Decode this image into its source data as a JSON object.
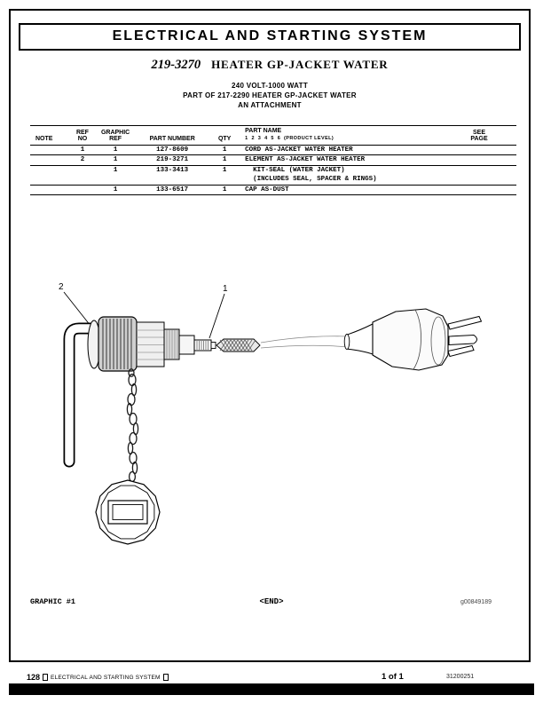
{
  "header": {
    "system_title": "ELECTRICAL AND STARTING SYSTEM",
    "part_number": "219-3270",
    "part_name": "HEATER GP-JACKET WATER",
    "subtitle_lines": [
      "240 VOLT-1000 WATT",
      "PART OF 217-2290 HEATER GP-JACKET WATER",
      "AN ATTACHMENT"
    ]
  },
  "table": {
    "headers": {
      "note": "NOTE",
      "ref_l1": "REF",
      "ref_l2": "NO",
      "graphic_l1": "GRAPHIC",
      "graphic_l2": "REF",
      "part_number": "PART NUMBER",
      "qty": "QTY",
      "part_name": "PART NAME",
      "product_level": "1  2  3  4  5  6  (PRODUCT LEVEL)",
      "see_l1": "SEE",
      "see_l2": "PAGE"
    },
    "rows": [
      {
        "note": "",
        "ref_no": "1",
        "graphic_ref": "1",
        "part_number": "127-8609",
        "qty": "1",
        "part_name": "CORD AS-JACKET WATER HEATER",
        "see_page": ""
      },
      {
        "note": "",
        "ref_no": "2",
        "graphic_ref": "1",
        "part_number": "219-3271",
        "qty": "1",
        "part_name": "ELEMENT AS-JACKET WATER HEATER",
        "see_page": ""
      },
      {
        "note": "",
        "ref_no": "",
        "graphic_ref": "1",
        "part_number": "133-3413",
        "qty": "1",
        "part_name": "  KIT-SEAL (WATER JACKET)",
        "see_page": ""
      },
      {
        "note": "",
        "ref_no": "",
        "graphic_ref": "",
        "part_number": "",
        "qty": "",
        "part_name": "  (INCLUDES SEAL, SPACER & RINGS)",
        "see_page": ""
      },
      {
        "note": "",
        "ref_no": "",
        "graphic_ref": "1",
        "part_number": "133-6517",
        "qty": "1",
        "part_name": "CAP AS-DUST",
        "see_page": ""
      }
    ]
  },
  "drawing": {
    "callout_1": "1",
    "callout_2": "2"
  },
  "bottom": {
    "graphic_label": "GRAPHIC #1",
    "end_marker": "<END>",
    "graphic_id": "g00849189"
  },
  "footer": {
    "page_number": "128",
    "system_title": "ELECTRICAL AND STARTING SYSTEM",
    "page_of": "1 of 1",
    "document_number": "31200251"
  }
}
